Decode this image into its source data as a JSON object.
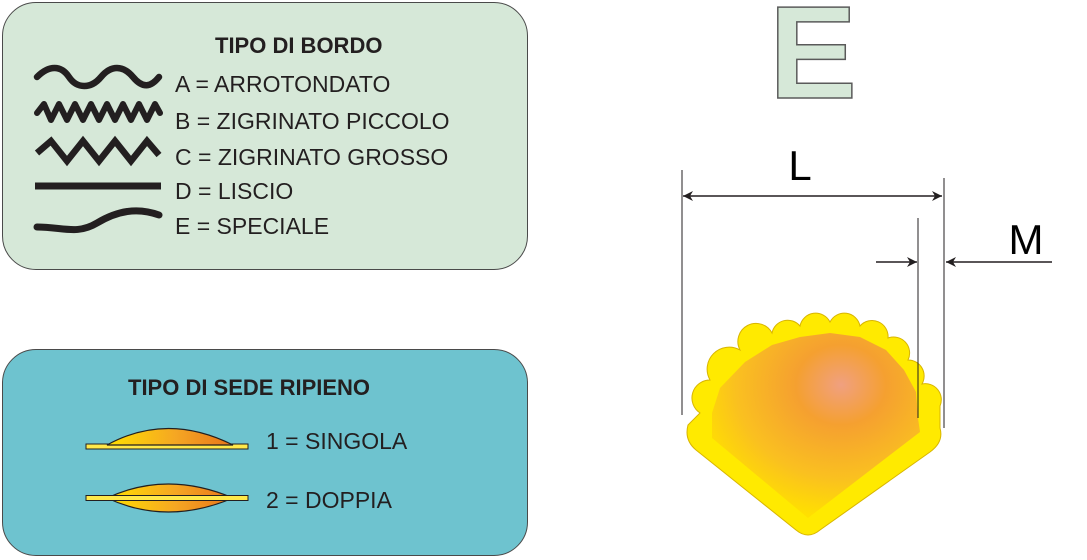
{
  "bordo": {
    "title": "TIPO DI BORDO",
    "items": [
      {
        "label": "A = ARROTONDATO",
        "icon": "wavy-edge-icon"
      },
      {
        "label": "B = ZIGRINATO PICCOLO",
        "icon": "small-zigzag-edge-icon"
      },
      {
        "label": "C = ZIGRINATO GROSSO",
        "icon": "large-zigzag-edge-icon"
      },
      {
        "label": "D = LISCIO",
        "icon": "straight-edge-icon"
      },
      {
        "label": "E = SPECIALE",
        "icon": "curved-edge-icon"
      }
    ]
  },
  "sede": {
    "title": "TIPO DI SEDE RIPIENO",
    "items": [
      {
        "label": "1 = SINGOLA",
        "icon": "single-filling-icon"
      },
      {
        "label": "2 = DOPPIA",
        "icon": "double-filling-icon"
      }
    ]
  },
  "shape_letter": "E",
  "dimensions": {
    "length": "L",
    "margin": "M"
  },
  "colors": {
    "bordo_panel": "#d6e8d8",
    "sede_panel": "#6ec3cf",
    "letter_fill": "#d6e8d8",
    "pasta_edge": "#ffea00",
    "pasta_fill": "#f5b520"
  }
}
